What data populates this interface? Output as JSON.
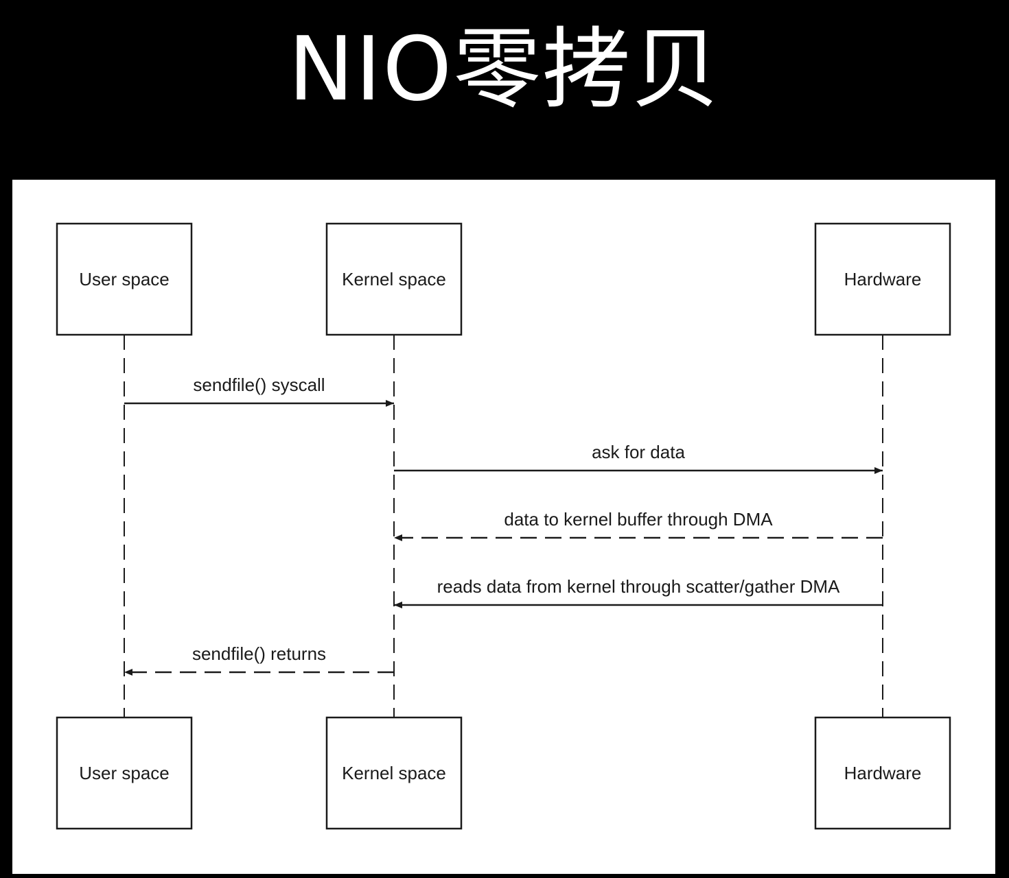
{
  "title": "NIO零拷贝",
  "colors": {
    "background": "#000000",
    "canvas": "#ffffff",
    "ink": "#1a1a1a"
  },
  "participants": [
    {
      "id": "user",
      "label": "User space"
    },
    {
      "id": "kernel",
      "label": "Kernel space"
    },
    {
      "id": "hw",
      "label": "Hardware"
    }
  ],
  "messages": [
    {
      "from": "user",
      "to": "kernel",
      "label": "sendfile() syscall",
      "style": "solid"
    },
    {
      "from": "kernel",
      "to": "hw",
      "label": "ask for data",
      "style": "solid"
    },
    {
      "from": "hw",
      "to": "kernel",
      "label": "data to kernel buffer through DMA",
      "style": "dashed"
    },
    {
      "from": "hw",
      "to": "kernel",
      "label": "reads data from kernel through scatter/gather DMA",
      "style": "solid"
    },
    {
      "from": "kernel",
      "to": "user",
      "label": "sendfile() returns",
      "style": "dashed"
    }
  ]
}
